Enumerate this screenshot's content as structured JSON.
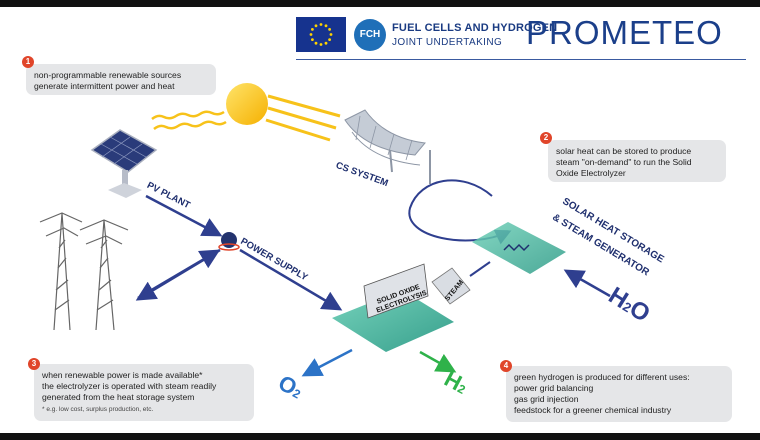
{
  "header": {
    "fch_badge": "FCH",
    "fch_title": "FUEL CELLS AND HYDROGEN",
    "fch_subtitle": "JOINT UNDERTAKING",
    "project": "PROMETEO"
  },
  "callouts": [
    {
      "number": "1",
      "lines": [
        "non-programmable renewable sources",
        "generate intermittent power and heat"
      ]
    },
    {
      "number": "2",
      "lines": [
        "solar heat can be stored to produce",
        "steam \"on-demand\" to run the Solid",
        "Oxide Electrolyzer"
      ]
    },
    {
      "number": "3",
      "lines": [
        "when renewable power is made available*",
        "the electrolyzer is operated with steam readily",
        "generated from the heat storage system"
      ],
      "note": "* e.g. low cost, surplus production, etc."
    },
    {
      "number": "4",
      "lines": [
        "green hydrogen is produced for different uses:",
        "power grid balancing",
        "gas grid injection",
        "feedstock for a greener chemical industry"
      ]
    }
  ],
  "labels": {
    "cs_system": "CS SYSTEM",
    "pv_plant": "PV PLANT",
    "power_supply": "POWER SUPPLY",
    "solar_heat_line1": "SOLAR HEAT STORAGE",
    "solar_heat_line2": "& STEAM GENERATOR",
    "soe_line1": "SOLID OXIDE",
    "soe_line2": "ELECTROLYSIS",
    "steam": "STEAM",
    "h2o_main": "H",
    "h2o_sub": "2",
    "h2o_end": "O",
    "o2_main": "O",
    "o2_sub": "2",
    "h2_main": "H",
    "h2_sub": "2"
  },
  "colors": {
    "callout_bg": "#e5e6e8",
    "badge": "#e0452a",
    "arrow_blue": "#2f3f8f",
    "sun": "#f7c21a",
    "green_tile": "#3fb29a",
    "h2_green": "#2fb24a",
    "o2_blue": "#2c73c7"
  }
}
